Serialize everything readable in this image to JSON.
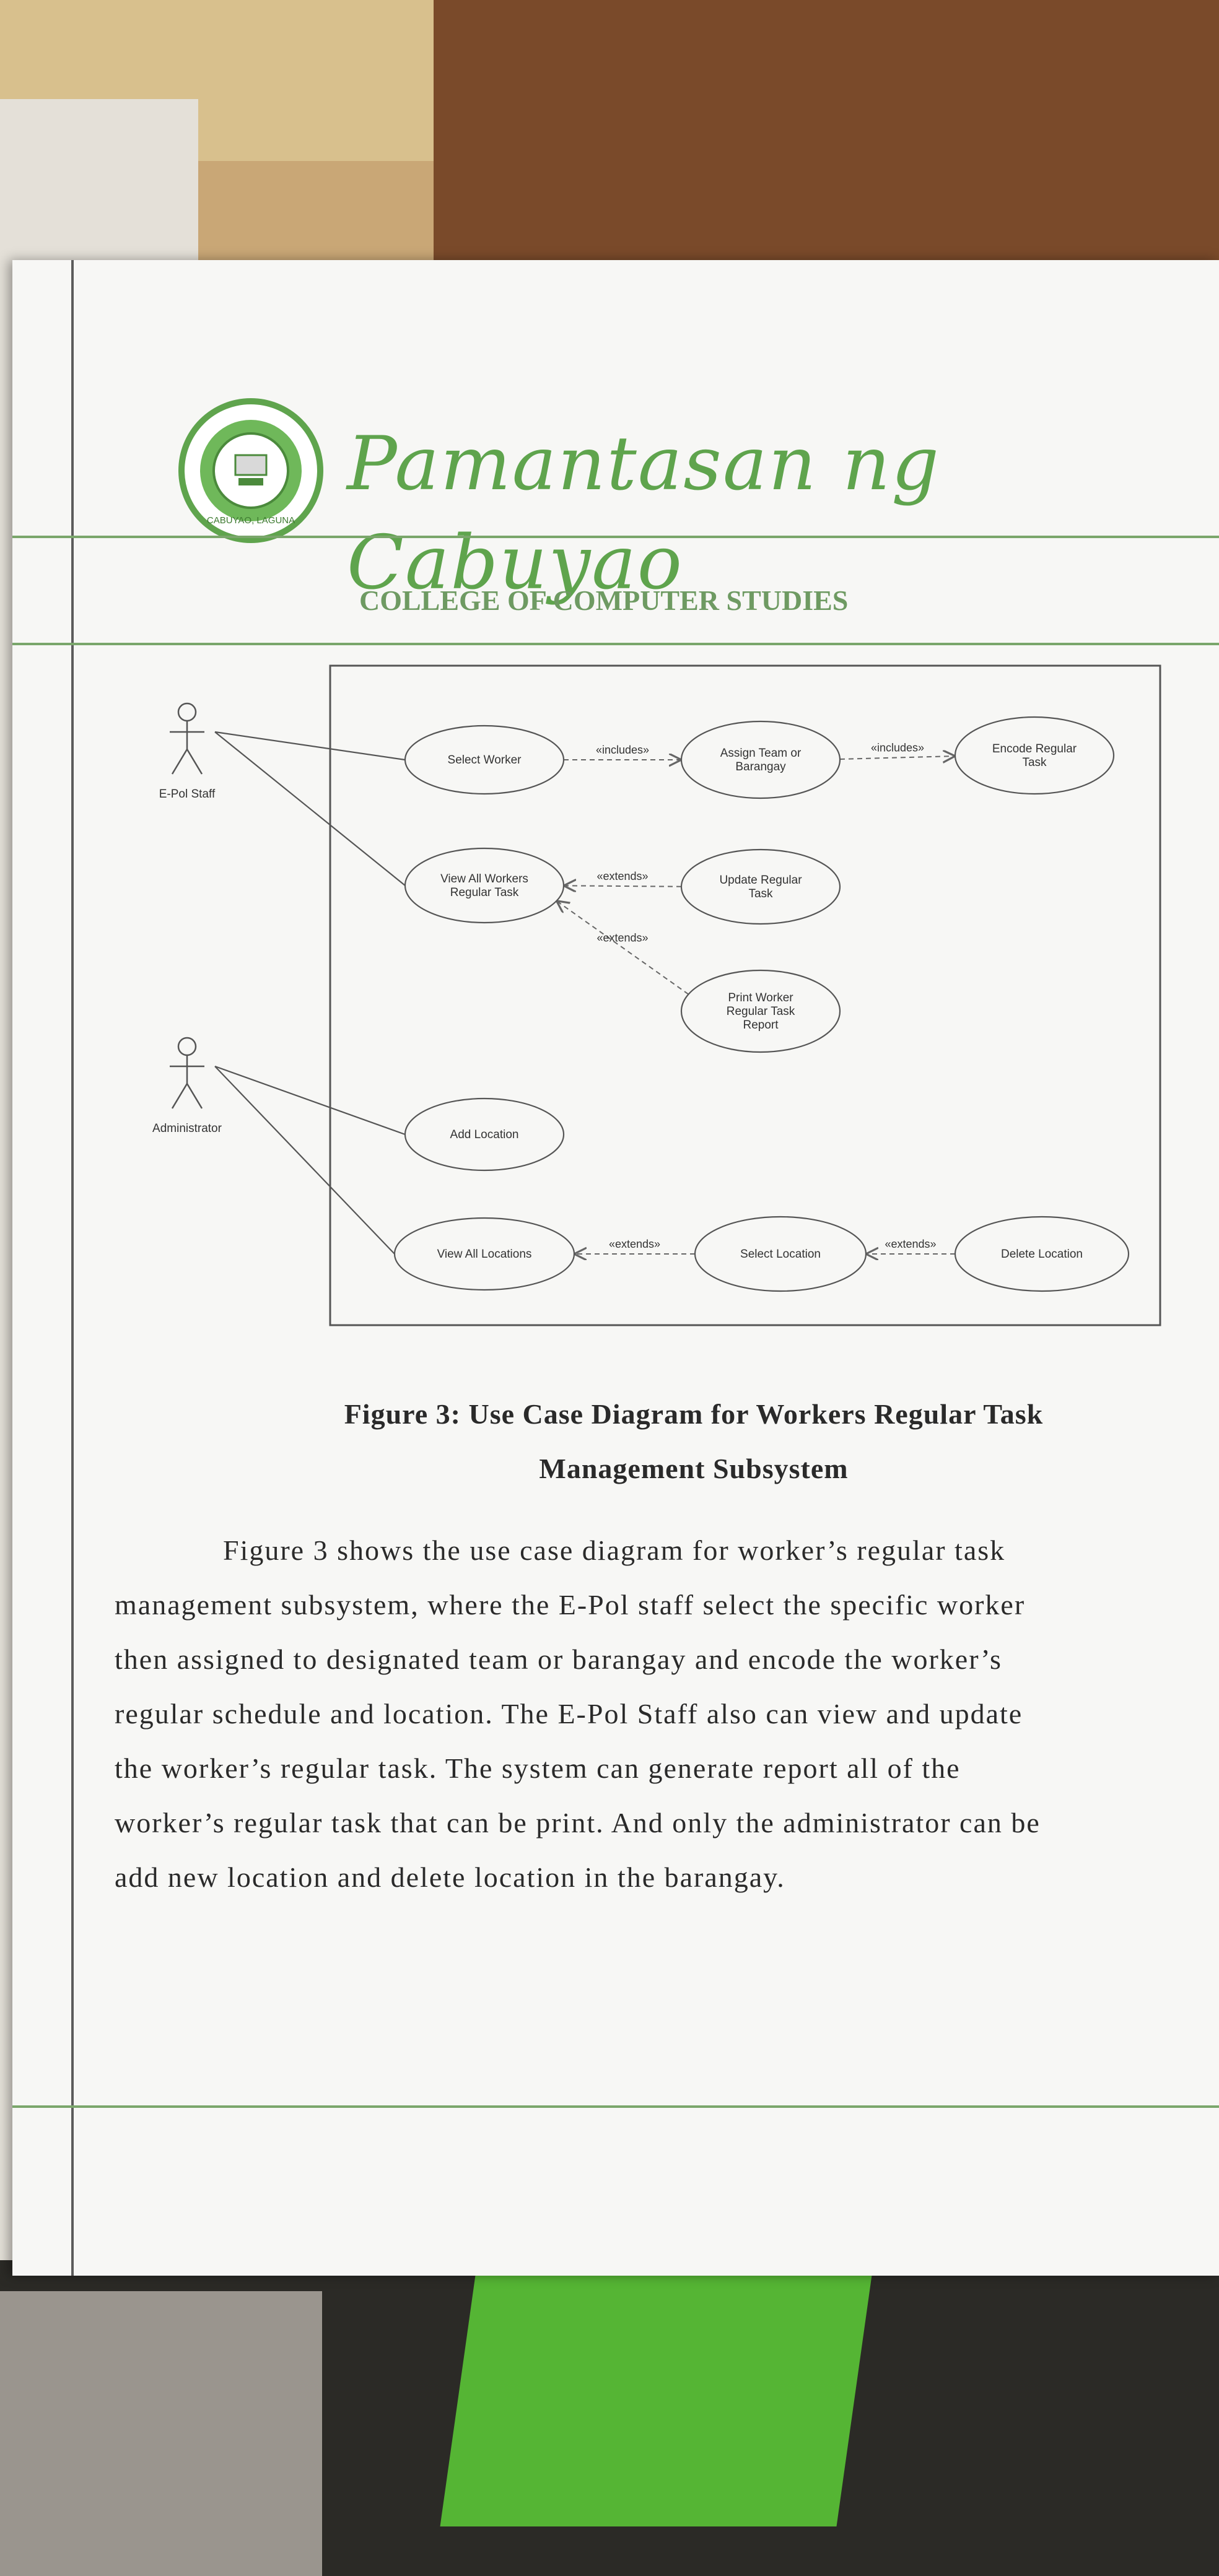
{
  "header": {
    "university_name": "Pamantasan ng Cabuyao",
    "college": "COLLEGE OF COMPUTER STUDIES",
    "logo_label": "CABUYAO, LAGUNA"
  },
  "diagram": {
    "actors": [
      {
        "id": "epol",
        "label": "E-Pol Staff"
      },
      {
        "id": "admin",
        "label": "Administrator"
      }
    ],
    "use_cases": [
      {
        "id": "select_worker",
        "lines": [
          "Select Worker"
        ]
      },
      {
        "id": "assign_team",
        "lines": [
          "Assign Team or",
          "Barangay"
        ]
      },
      {
        "id": "encode_task",
        "lines": [
          "Encode Regular",
          "Task"
        ]
      },
      {
        "id": "view_all_workers",
        "lines": [
          "View All Workers",
          "Regular Task"
        ]
      },
      {
        "id": "update_task",
        "lines": [
          "Update Regular",
          "Task"
        ]
      },
      {
        "id": "print_report",
        "lines": [
          "Print Worker",
          "Regular Task",
          "Report"
        ]
      },
      {
        "id": "add_location",
        "lines": [
          "Add Location"
        ]
      },
      {
        "id": "view_all_locations",
        "lines": [
          "View All Locations"
        ]
      },
      {
        "id": "select_location",
        "lines": [
          "Select Location"
        ]
      },
      {
        "id": "delete_location",
        "lines": [
          "Delete Location"
        ]
      }
    ],
    "relations": [
      {
        "from": "select_worker",
        "to": "assign_team",
        "label": "«includes»"
      },
      {
        "from": "assign_team",
        "to": "encode_task",
        "label": "«includes»"
      },
      {
        "from": "update_task",
        "to": "view_all_workers",
        "label": "«extends»"
      },
      {
        "from": "print_report",
        "to": "view_all_workers",
        "label": "«extends»"
      },
      {
        "from": "select_location",
        "to": "view_all_locations",
        "label": "«extends»"
      },
      {
        "from": "delete_location",
        "to": "select_location",
        "label": "«extends»"
      }
    ]
  },
  "caption": {
    "line1": "Figure 3: Use Case Diagram for Workers Regular Task",
    "line2": "Management Subsystem"
  },
  "paragraph": {
    "lines": [
      "Figure 3 shows the use case diagram for worker’s regular task",
      "management subsystem, where the E-Pol staff select the specific worker",
      "then assigned to designated team or barangay and encode the worker’s",
      "regular schedule and location. The E-Pol Staff also can view and update",
      "the worker’s regular task. The system can generate report all of the",
      "worker’s regular task that can be print. And only the administrator can be",
      "add new location and delete location in the barangay."
    ]
  },
  "colors": {
    "accent_green": "#5fa44d",
    "rule_green": "#7aa66b",
    "text": "#2a2a2a"
  }
}
